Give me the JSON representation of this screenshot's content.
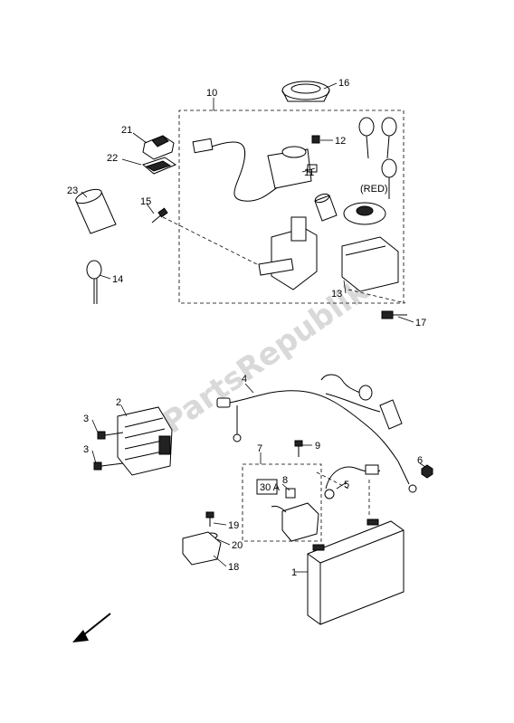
{
  "diagram": {
    "watermark": "PartsRepublik",
    "note_red": "(RED)",
    "fuse_label": "30 A",
    "callouts": [
      "1",
      "2",
      "3",
      "3",
      "4",
      "5",
      "6",
      "7",
      "8",
      "9",
      "10",
      "11",
      "12",
      "13",
      "14",
      "15",
      "16",
      "17",
      "18",
      "19",
      "20",
      "21",
      "22",
      "23"
    ]
  }
}
